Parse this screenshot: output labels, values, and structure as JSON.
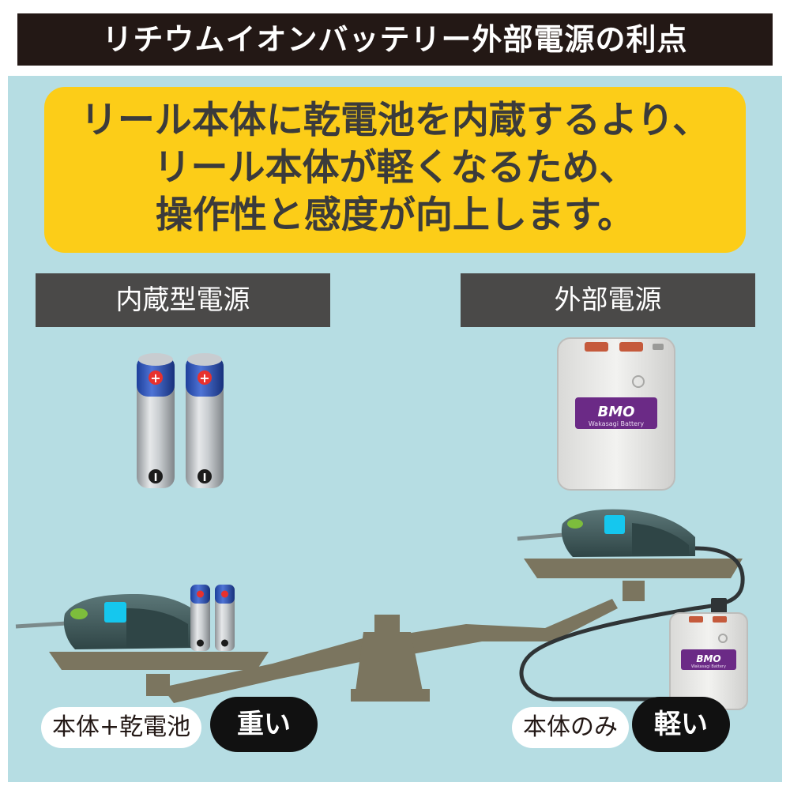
{
  "title": "リチウムイオンバッテリー外部電源の利点",
  "callout": {
    "line1": "リール本体に乾電池を内蔵するより、",
    "line2": "リール本体が軽くなるため、",
    "line3": "操作性と感度が向上します。"
  },
  "labels": {
    "left": "内蔵型電源",
    "right": "外部電源"
  },
  "captions": {
    "left_white": "本体+乾電池",
    "left_black": "重い",
    "right_white": "本体のみ",
    "right_black": "軽い"
  },
  "battery_symbols": {
    "plus": "+",
    "minus": "I"
  },
  "battery_pack": {
    "brand": "BMO",
    "subtitle": "Wakasagi Battery"
  },
  "colors": {
    "title_bg": "#231815",
    "frame_bg": "#b6dde3",
    "callout_bg": "#fccd18",
    "label_bg": "#4a4948",
    "scale": "#7b755f",
    "reel": "#3f5a5b",
    "screen": "#15c7ee",
    "brand_purple": "#6b2a86"
  }
}
